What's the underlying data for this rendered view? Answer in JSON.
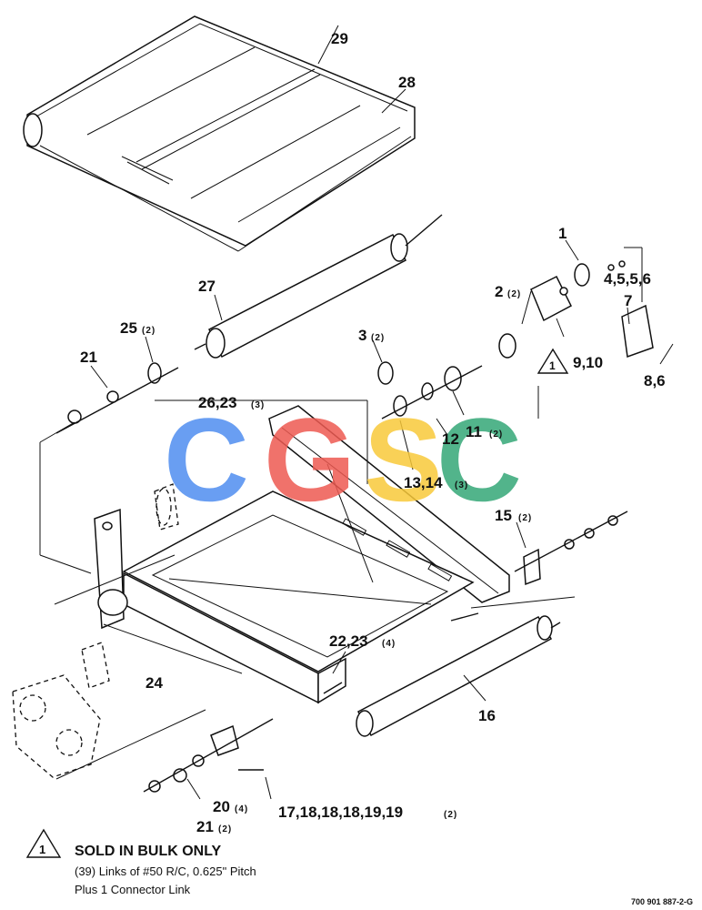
{
  "callouts": [
    {
      "id": "29",
      "text": "29",
      "qty": ""
    },
    {
      "id": "28",
      "text": "28",
      "qty": ""
    },
    {
      "id": "27",
      "text": "27",
      "qty": ""
    },
    {
      "id": "25",
      "text": "25",
      "qty": "(2)"
    },
    {
      "id": "21a",
      "text": "21",
      "qty": ""
    },
    {
      "id": "26",
      "text": "26,23",
      "qty": "(3)"
    },
    {
      "id": "3",
      "text": "3",
      "qty": "(2)"
    },
    {
      "id": "2",
      "text": "2",
      "qty": "(2)"
    },
    {
      "id": "1",
      "text": "1",
      "qty": ""
    },
    {
      "id": "4",
      "text": "4,5,5,6",
      "qty": ""
    },
    {
      "id": "7",
      "text": "7",
      "qty": ""
    },
    {
      "id": "9",
      "text": "9,10",
      "qty": ""
    },
    {
      "id": "8",
      "text": "8,6",
      "qty": ""
    },
    {
      "id": "11",
      "text": "11",
      "qty": "(2)"
    },
    {
      "id": "12",
      "text": "12",
      "qty": ""
    },
    {
      "id": "13",
      "text": "13,14",
      "qty": "(3)"
    },
    {
      "id": "15",
      "text": "15",
      "qty": "(2)"
    },
    {
      "id": "16",
      "text": "16",
      "qty": ""
    },
    {
      "id": "22",
      "text": "22,23",
      "qty": "(4)"
    },
    {
      "id": "24",
      "text": "24",
      "qty": ""
    },
    {
      "id": "20",
      "text": "20",
      "qty": "(4)"
    },
    {
      "id": "21b",
      "text": "21",
      "qty": "(2)"
    },
    {
      "id": "17",
      "text": "17,18,18,18,19,19",
      "qty": "(2)"
    }
  ],
  "triangle_marker": "1",
  "note": {
    "marker": "1",
    "title": "SOLD IN BULK ONLY",
    "line1": "(39) Links of #50 R/C, 0.625\" Pitch",
    "line2": "Plus 1 Connector Link"
  },
  "drawing_number": "700 901 887-2-G",
  "watermark": {
    "letters": [
      "C",
      "G",
      "S",
      "C"
    ],
    "colors": [
      "#4f8ef0",
      "#ee5a52",
      "#f8c93a",
      "#35a877"
    ]
  }
}
